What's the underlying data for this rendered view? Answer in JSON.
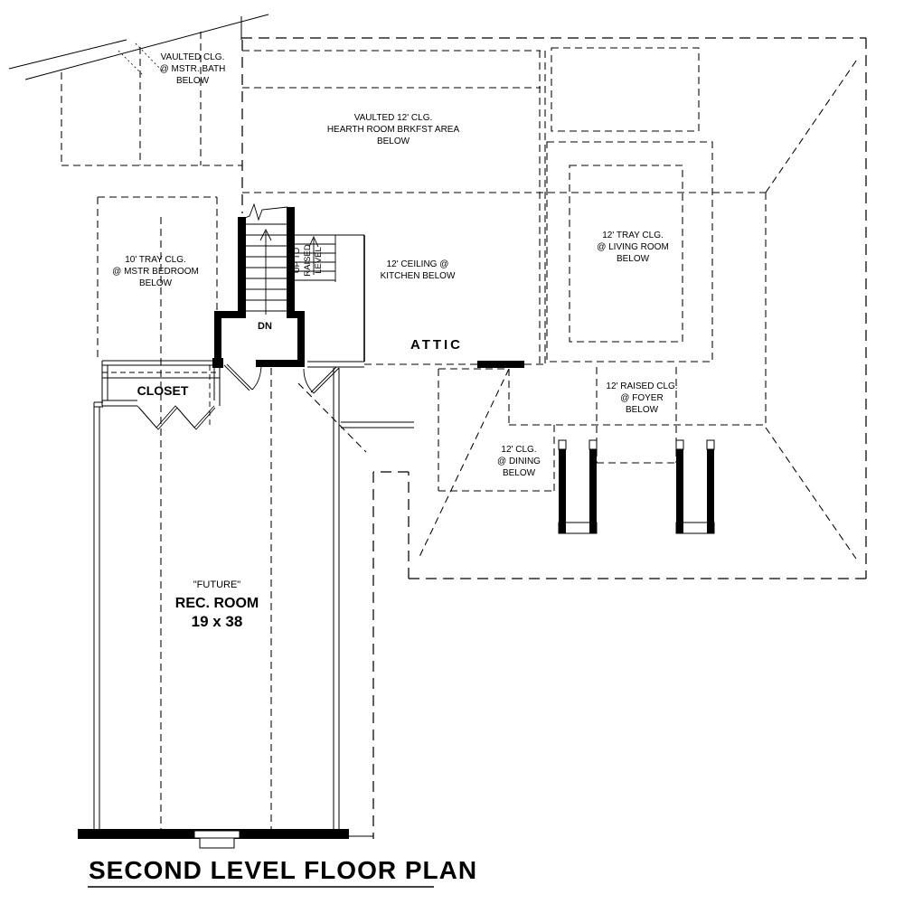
{
  "title": {
    "text": "SECOND LEVEL FLOOR PLAN"
  },
  "rooms": {
    "master_bath": {
      "lines": [
        "VAULTED CLG.",
        "@ MSTR. BATH",
        "BELOW"
      ]
    },
    "hearth_room": {
      "lines": [
        "VAULTED 12' CLG.",
        "HEARTH ROOM BRKFST AREA",
        "BELOW"
      ]
    },
    "master_bedroom": {
      "lines": [
        "10' TRAY CLG.",
        "@ MSTR BEDROOM",
        "BELOW"
      ]
    },
    "kitchen": {
      "lines": [
        "12' CEILING @",
        "KITCHEN BELOW"
      ]
    },
    "living_room": {
      "lines": [
        "12' TRAY CLG.",
        "@ LIVING ROOM",
        "BELOW"
      ]
    },
    "attic": {
      "label": "ATTIC"
    },
    "foyer": {
      "lines": [
        "12' RAISED CLG.",
        "@ FOYER",
        "BELOW"
      ]
    },
    "dining": {
      "lines": [
        "12' CLG.",
        "@ DINING",
        "BELOW"
      ]
    },
    "closet": {
      "label": "CLOSET"
    },
    "rec_room": {
      "future": "\"FUTURE\"",
      "name": "REC. ROOM",
      "dimensions": "19 x 38"
    }
  },
  "stairs": {
    "down_label": "DN",
    "up_label_lines": [
      "UP TO",
      "RAISED",
      "LEVEL"
    ]
  },
  "colors": {
    "line": "#000000",
    "background": "#ffffff"
  }
}
